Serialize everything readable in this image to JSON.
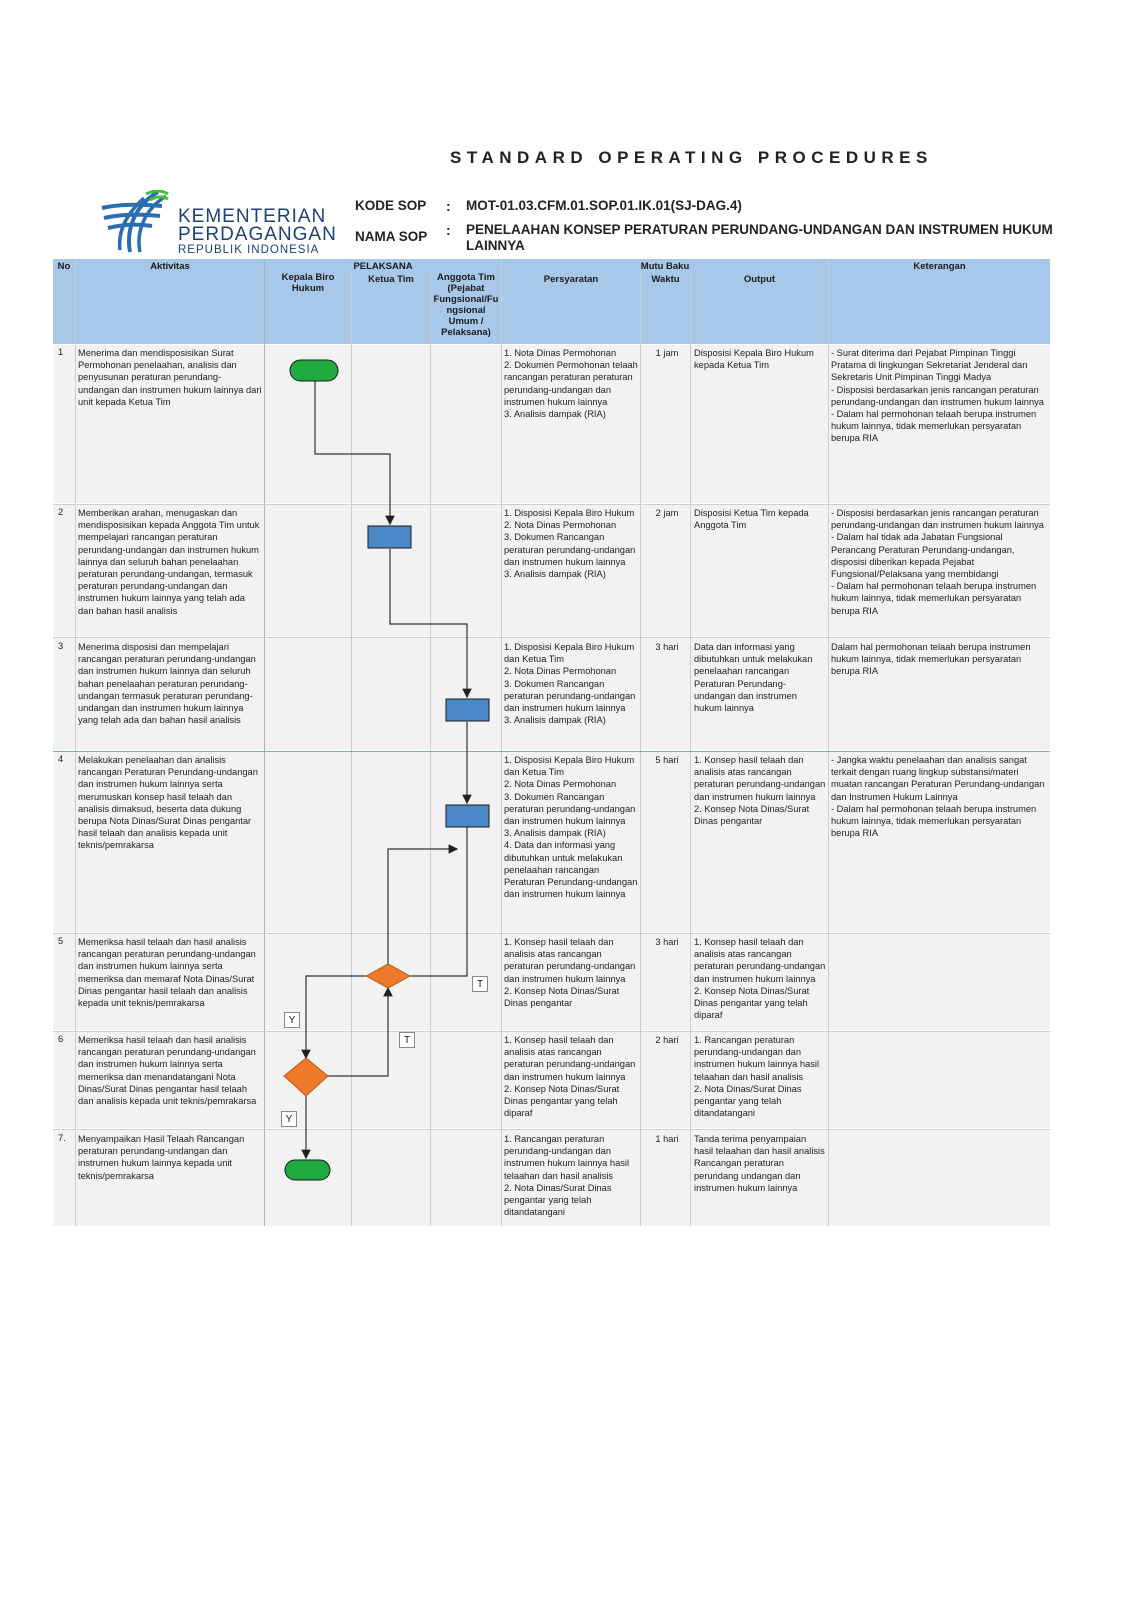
{
  "title": "STANDARD OPERATING PROCEDURES",
  "logo": {
    "line1": "KEMENTERIAN",
    "line2": "PERDAGANGAN",
    "line3": "REPUBLIK INDONESIA"
  },
  "meta": {
    "kode_label": "KODE SOP",
    "kode_value": "MOT-01.03.CFM.01.SOP.01.IK.01(SJ-DAG.4)",
    "nama_label": "NAMA SOP",
    "nama_value": "PENELAAHAN KONSEP PERATURAN PERUNDANG-UNDANGAN DAN INSTRUMEN HUKUM LAINNYA",
    "colon": ":"
  },
  "table": {
    "headers": {
      "no": "No",
      "aktivitas": "Aktivitas",
      "pelaksana": "PELAKSANA",
      "kepala": "Kepala Biro Hukum",
      "ketua": "Ketua Tim",
      "anggota": "Anggota Tim (Pejabat Fungsional/Fu ngsional Umum / Pelaksana)",
      "mutu": "Mutu Baku",
      "persyaratan": "Persyaratan",
      "waktu": "Waktu",
      "output": "Output",
      "keterangan": "Keterangan"
    },
    "rows": [
      {
        "no": "1",
        "aktivitas": "Menerima dan mendisposisikan Surat Permohonan penelaahan, analisis dan penyusunan peraturan perundang-undangan dan instrumen hukum lainnya dari unit kepada Ketua Tim",
        "persyaratan": "1. Nota Dinas Permohonan\n2. Dokumen Permohonan telaah rancangan peraturan peraturan perundang-undangan dan instrumen hukum lainnya\n3. Analisis dampak (RIA)",
        "waktu": "1 jam",
        "output": "Disposisi Kepala Biro Hukum kepada Ketua Tim",
        "keterangan": "- Surat diterima dari Pejabat Pimpinan Tinggi Pratama di lingkungan Sekretariat Jenderal dan Sekretaris Unit Pimpinan Tinggi Madya\n- Disposisi berdasarkan jenis rancangan peraturan perundang-undangan dan instrumen hukum lainnya\n- Dalam hal permohonan telaah berupa instrumen hukum lainnya, tidak memerlukan persyaratan berupa RIA"
      },
      {
        "no": "2",
        "aktivitas": "Memberikan arahan, menugaskan dan mendisposisikan kepada Anggota Tim untuk mempelajari rancangan peraturan perundang-undangan dan instrumen hukum lainnya dan seluruh bahan penelaahan peraturan perundang-undangan, termasuk peraturan perundang-undangan dan instrumen hukum lainnya yang telah ada dan bahan hasil analisis",
        "persyaratan": "1. Disposisi Kepala Biro Hukum\n2. Nota Dinas Permohonan\n3. Dokumen Rancangan peraturan perundang-undangan dan instrumen hukum lainnya\n3. Analisis dampak (RIA)",
        "waktu": "2 jam",
        "output": "Disposisi Ketua Tim kepada Anggota Tim",
        "keterangan": "- Disposisi berdasarkan jenis rancangan peraturan perundang-undangan dan instrumen hukum lainnya\n- Dalam hal tidak ada Jabatan Fungsional Perancang Peraturan Perundang-undangan, disposisi diberikan kepada Pejabat Fungsional/Pelaksana yang membidangi\n- Dalam hal permohonan telaah berupa instrumen hukum lainnya, tidak memerlukan persyaratan berupa RIA"
      },
      {
        "no": "3",
        "aktivitas": "Menerima disposisi dan mempelajari rancangan peraturan perundang-undangan dan instrumen hukum lainnya dan seluruh bahan penelaahan peraturan perundang-undangan termasuk peraturan perundang-undangan dan instrumen hukum lainnya yang telah ada dan bahan hasil analisis",
        "persyaratan": "1. Disposisi Kepala Biro Hukum dan Ketua Tim\n2. Nota Dinas Permohonan\n3. Dokumen Rancangan peraturan perundang-undangan dan instrumen hukum lainnya\n3. Analisis dampak (RIA)",
        "waktu": "3 hari",
        "output": "Data dan informasi yang dibutuhkan untuk melakukan penelaahan rancangan Peraturan Perundang-undangan dan instrumen hukum lainnya",
        "keterangan": "Dalam hal permohonan telaah berupa instrumen hukum lainnya, tidak memerlukan persyaratan berupa RIA"
      },
      {
        "no": "4",
        "aktivitas": "Melakukan penelaahan dan analisis rancangan Peraturan Perundang-undangan dan instrumen hukum lainnya serta merumuskan konsep hasil telaah dan analisis dimaksud, beserta data dukung berupa Nota Dinas/Surat Dinas pengantar hasil telaah dan analisis kepada unit teknis/pemrakarsa",
        "persyaratan": "1. Disposisi Kepala Biro Hukum dan Ketua Tim\n2. Nota Dinas Permohonan\n3. Dokumen Rancangan peraturan perundang-undangan dan instrumen hukum lainnya\n3. Analisis dampak (RIA)\n4. Data dan informasi yang dibutuhkan untuk melakukan penelaahan rancangan Peraturan Perundang-undangan dan instrumen hukum lainnya",
        "waktu": "5 hari",
        "output": "1. Konsep hasil telaah dan analisis atas rancangan peraturan perundang-undangan dan instrumen hukum lainnya\n2. Konsep  Nota Dinas/Surat Dinas pengantar",
        "keterangan": "- Jangka waktu penelaahan dan analisis sangat terkait dengan ruang lingkup substansi/materi muatan rancangan Peraturan Perundang-undangan dan Instrumen Hukum Lainnya\n- Dalam hal permohonan telaah berupa instrumen hukum lainnya, tidak memerlukan persyaratan berupa RIA"
      },
      {
        "no": "5",
        "aktivitas": "Memeriksa hasil telaah dan hasil analisis rancangan peraturan perundang-undangan dan instrumen hukum lainnya serta memeriksa dan memaraf Nota Dinas/Surat Dinas pengantar hasil telaah dan analisis kepada unit teknis/pemrakarsa",
        "persyaratan": "1. Konsep hasil telaah dan analisis atas rancangan peraturan perundang-undangan dan instrumen hukum lainnya\n2. Konsep  Nota Dinas/Surat Dinas pengantar",
        "waktu": "3 hari",
        "output": "1. Konsep hasil telaah dan analisis atas rancangan peraturan perundang-undangan dan instrumen hukum lainnya\n2. Konsep  Nota Dinas/Surat Dinas pengantar yang telah diparaf",
        "keterangan": ""
      },
      {
        "no": "6",
        "aktivitas": "Memeriksa hasil telaah dan hasil analisis rancangan peraturan perundang-undangan dan instrumen hukum lainnya serta memeriksa dan menandatangani Nota Dinas/Surat Dinas pengantar hasil telaah dan analisis kepada unit teknis/pemrakarsa",
        "persyaratan": "1. Konsep hasil telaah dan analisis atas rancangan peraturan perundang-undangan dan instrumen hukum lainnya\n2. Konsep  Nota Dinas/Surat Dinas pengantar yang telah diparaf",
        "waktu": "2 hari",
        "output": "1. Rancangan peraturan perundang-undangan dan instrumen hukum lainnya hasil telaahan dan hasil analisis\n2. Nota Dinas/Surat Dinas pengantar yang telah ditandatangani",
        "keterangan": ""
      },
      {
        "no": "7.",
        "aktivitas": "Menyampaikan Hasil Telaah Rancangan peraturan perundang-undangan dan instrumen hukum lainnya kepada unit teknis/pemrakarsa",
        "persyaratan": "1. Rancangan peraturan perundang-undangan dan instrumen hukum lainnya hasil telaahan dan hasil analisis\n2. Nota Dinas/Surat Dinas pengantar yang telah ditandatangani",
        "waktu": "1 hari",
        "output": "Tanda terima penyampaian hasil telaahan dan hasil analisis Rancangan peraturan perundang undangan dan instrumen hukum lainnya",
        "keterangan": ""
      }
    ]
  },
  "flow_labels": {
    "t1": "T",
    "y1": "Y",
    "t2": "T",
    "y2": "Y"
  },
  "colors": {
    "header": "#a8c8ea",
    "terminator": "#1faa3f",
    "process": "#4a88c8",
    "decision": "#ee7a2c"
  }
}
